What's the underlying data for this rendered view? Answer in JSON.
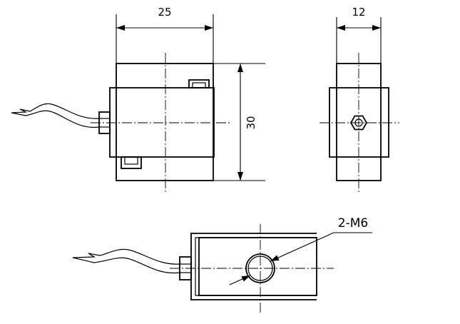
{
  "dimensions": {
    "width_side": "25",
    "width_end": "12",
    "height": "30"
  },
  "callout": {
    "thread": "2-M6"
  },
  "colors": {
    "line": "#000000",
    "background": "#ffffff"
  }
}
